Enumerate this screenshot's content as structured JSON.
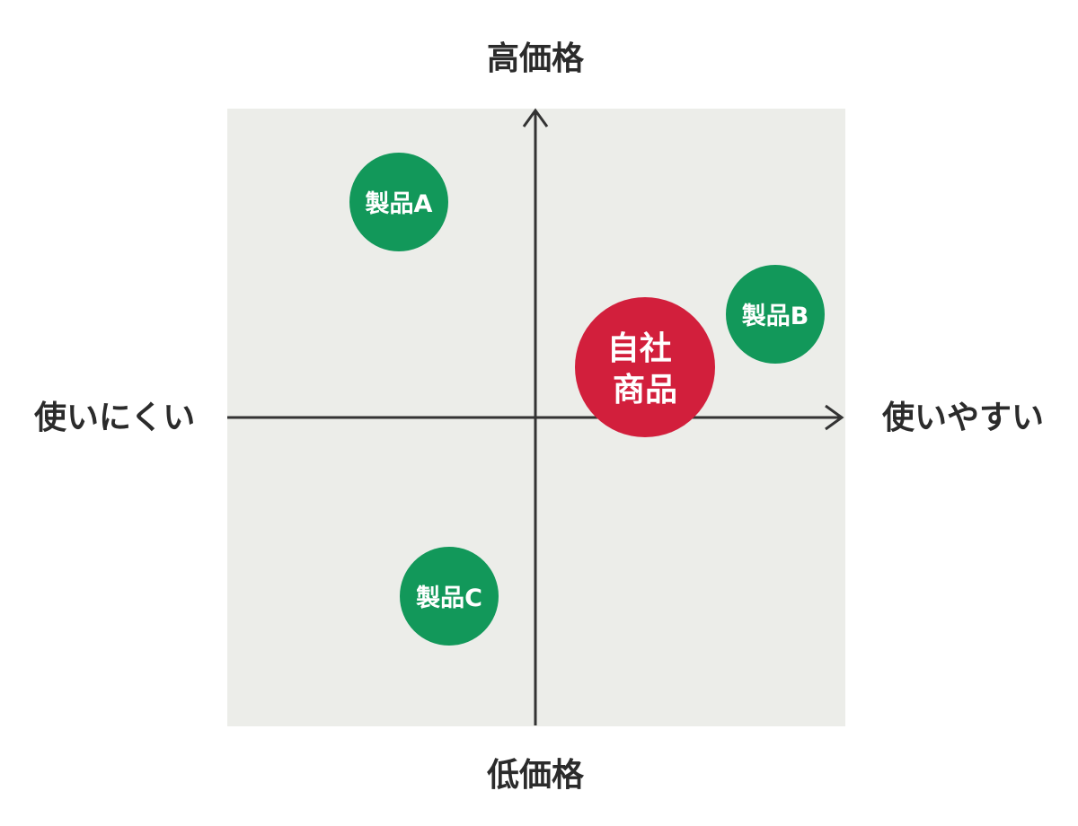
{
  "axes": {
    "top": "高価格",
    "bottom": "低価格",
    "left": "使いにくい",
    "right": "使いやすい"
  },
  "colors": {
    "background": "#ffffff",
    "plot_area": "#ecede9",
    "axis_line": "#333333",
    "competitor": "#12985a",
    "own_product": "#d21f3c",
    "label_text": "#ffffff"
  },
  "items": [
    {
      "id": "product-a",
      "label": "製品A",
      "kind": "competitor"
    },
    {
      "id": "product-b",
      "label": "製品B",
      "kind": "competitor"
    },
    {
      "id": "product-c",
      "label": "製品C",
      "kind": "competitor"
    },
    {
      "id": "own-product",
      "label": "自社商品",
      "lines": [
        "自社",
        "商品"
      ],
      "kind": "own"
    }
  ]
}
